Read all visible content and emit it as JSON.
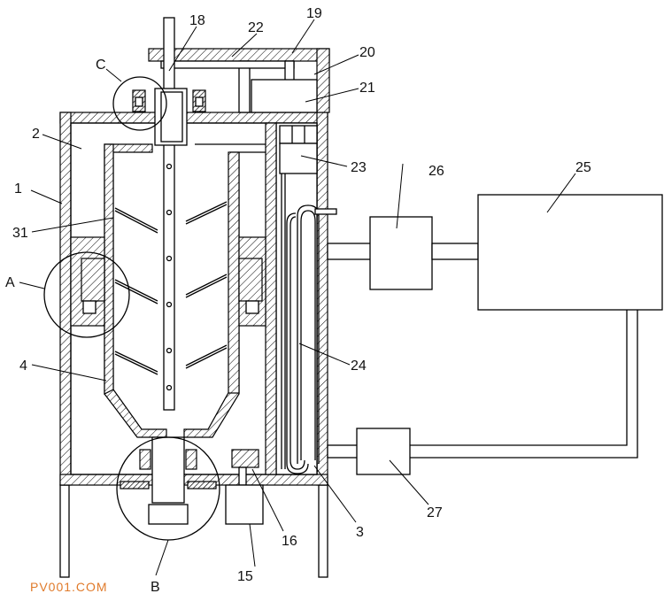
{
  "labels": {
    "l1": "1",
    "l2": "2",
    "l3": "3",
    "l4": "4",
    "l15": "15",
    "l16": "16",
    "l18": "18",
    "l19": "19",
    "l20": "20",
    "l21": "21",
    "l22": "22",
    "l23": "23",
    "l24": "24",
    "l25": "25",
    "l26": "26",
    "l27": "27",
    "l31": "31",
    "lA": "A",
    "lB": "B",
    "lC": "C"
  },
  "watermark": "PV001.COM"
}
